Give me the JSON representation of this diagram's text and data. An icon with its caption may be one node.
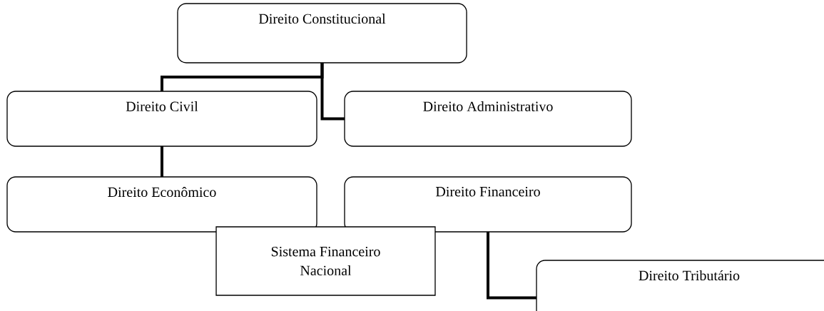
{
  "diagram": {
    "nodes": [
      {
        "text": [
          "Direito Constitucional"
        ]
      },
      {
        "text": [
          "Direito Civil"
        ]
      },
      {
        "text": [
          "Direito Administrativo"
        ]
      },
      {
        "text": [
          "Direito Econômico"
        ]
      },
      {
        "text": [
          "Direito Financeiro"
        ]
      },
      {
        "text": [
          "Sistema Financeiro Nacional"
        ]
      },
      {
        "text": [
          "Direito Tributário"
        ]
      }
    ],
    "edges": [
      {
        "from": 0,
        "to": 1,
        "arrow": "none"
      },
      {
        "from": 0,
        "to": 2,
        "arrow": "none"
      },
      {
        "from": 1,
        "to": 3,
        "arrow": "none"
      },
      {
        "from": 4,
        "to": 6,
        "arrow": "none"
      }
    ]
  }
}
